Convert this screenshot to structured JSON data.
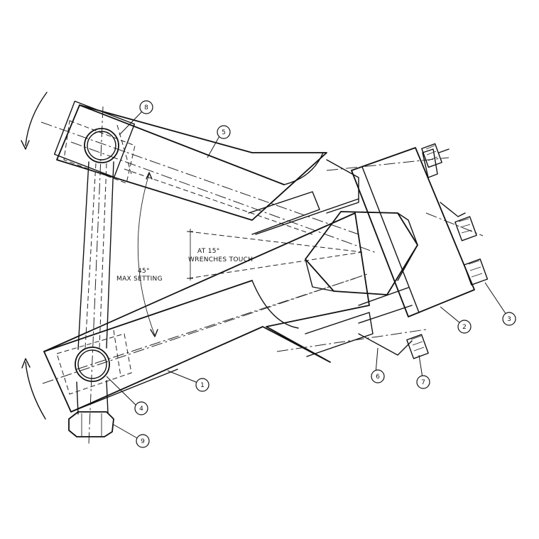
{
  "annotations": {
    "wrench_touch_line1": "AT 15°",
    "wrench_touch_line2": "WRENCHES TOUCH",
    "max_setting_line1": "45°",
    "max_setting_line2": "MAX SETTING"
  },
  "callouts": [
    "1",
    "2",
    "3",
    "4",
    "5",
    "6",
    "7",
    "8",
    "9"
  ]
}
